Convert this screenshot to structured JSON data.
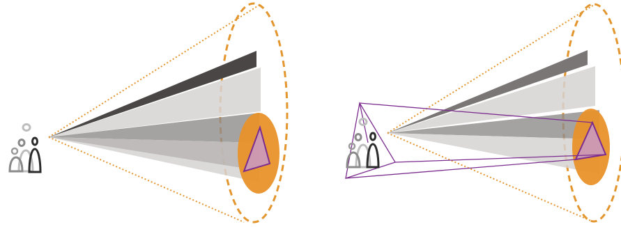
{
  "colors": {
    "background": "#ffffff",
    "cone_outline": "#e3952e",
    "target_disc": "#e8922a",
    "triangle_stroke": "#7b2c8e",
    "triangle_fill": "#c89ac8",
    "frustum_stroke": "#7b2c8e",
    "ray_dark": "#4a4646",
    "ray_mid": "#8f8b8b",
    "ray_light": "#d6d2d2",
    "viewer_light": "#bdbdbd",
    "viewer_mid": "#8a8a8a",
    "viewer_dark": "#2b2b2b"
  },
  "panels": [
    {
      "name": "left",
      "elements": [
        "viewer-group-icon",
        "view-cone",
        "shading-rays",
        "target-disc",
        "target-triangle"
      ]
    },
    {
      "name": "right",
      "elements": [
        "viewer-group-icon",
        "pyramid-frustum",
        "view-cone",
        "shading-rays",
        "target-disc",
        "target-triangle"
      ]
    }
  ]
}
